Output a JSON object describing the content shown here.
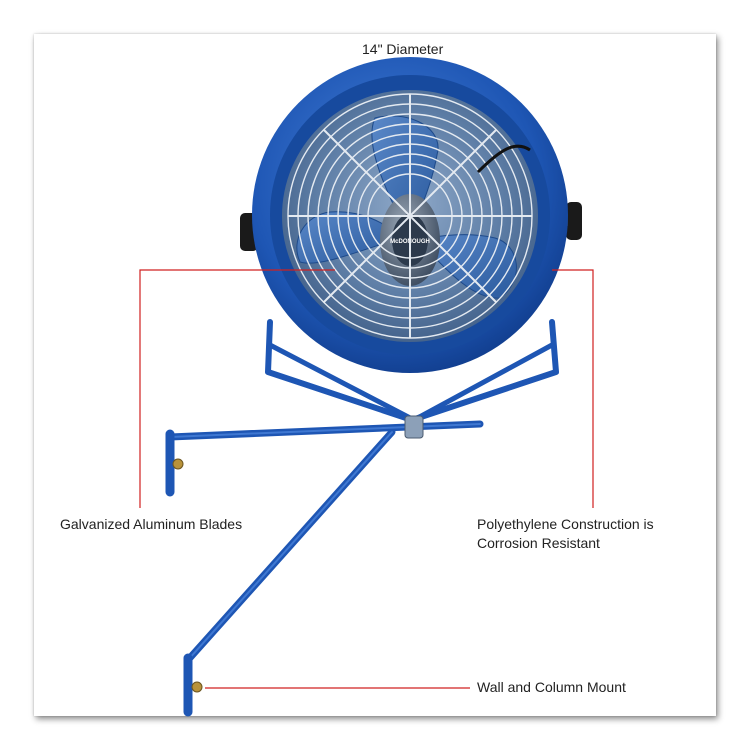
{
  "labels": {
    "diameter": "14\" Diameter",
    "blades": "Galvanized Aluminum Blades",
    "construction_line1": "Polyethylene Construction is",
    "construction_line2": "Corrosion Resistant",
    "mount": "Wall and Column Mount"
  },
  "hub_brand": "McDONOUGH",
  "colors": {
    "fan_blue": "#1e56b4",
    "fan_blue_dark": "#123f8f",
    "fan_blue_light": "#3f78d2",
    "callout_red": "#d02020",
    "grille": "#dfe6ee",
    "knob": "#1a1a1a"
  }
}
